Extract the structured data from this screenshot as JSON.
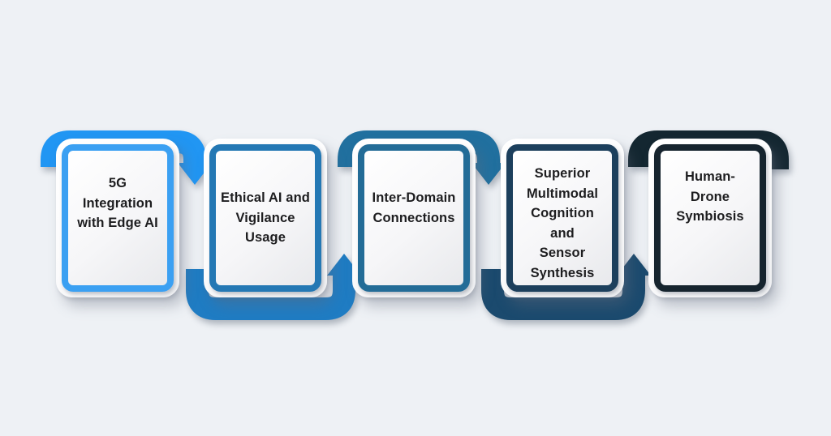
{
  "diagram": {
    "type": "process-flow",
    "background": "#eef1f5",
    "text_color": "#1d1d1f",
    "steps": [
      {
        "label": "5G\nIntegration\nwith Edge AI",
        "ribbon_color": "#2196F3",
        "border_color": "#3BA0F2",
        "connector_to_next": "arrow-down"
      },
      {
        "label": "Ethical AI and\nVigilance\nUsage",
        "ribbon_color": "#1F7CC3",
        "border_color": "#2478B4",
        "connector_to_next": "arrow-up"
      },
      {
        "label": "Inter-Domain\nConnections",
        "ribbon_color": "#21709F",
        "border_color": "#236C97",
        "connector_to_next": "arrow-down"
      },
      {
        "label": "Superior\nMultimodal\nCognition and\nSensor\nSynthesis",
        "ribbon_color": "#1B4A6E",
        "border_color": "#1C3F5C",
        "connector_to_next": "arrow-up"
      },
      {
        "label": "Human-Drone\nSymbiosis",
        "ribbon_color": "#142731",
        "border_color": "#16242E",
        "connector_to_next": "none"
      }
    ]
  }
}
